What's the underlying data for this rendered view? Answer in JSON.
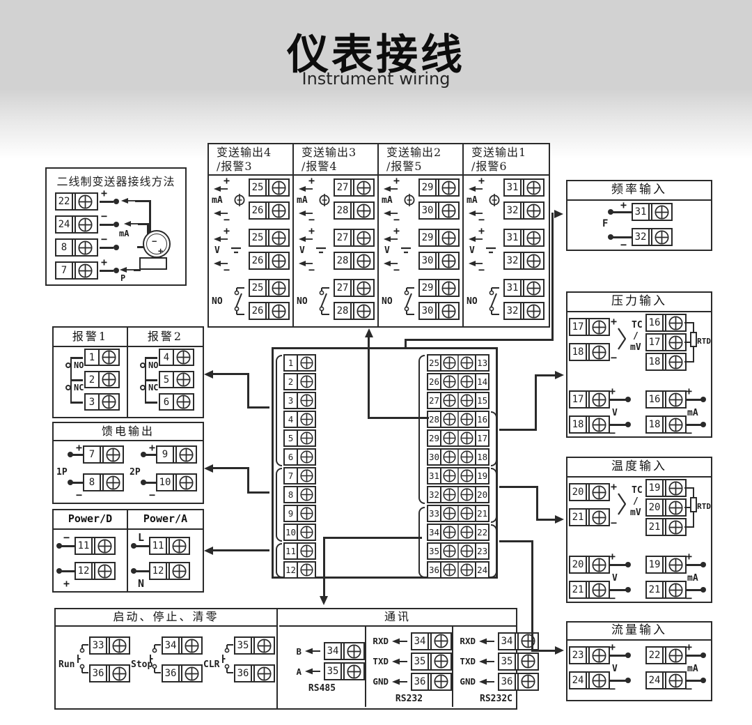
{
  "page_title": {
    "zh": "仪表接线",
    "en": "Instrument wiring"
  },
  "colors": {
    "line": "#2a2a2a",
    "banner_gray": "#d2d2d2",
    "panel_bg": "#ffffff"
  },
  "two_wire": {
    "title": "二线制变送器接线方法",
    "rows": [
      {
        "num": "22",
        "sign": "+"
      },
      {
        "num": "24",
        "sign": "−"
      },
      {
        "num": "8",
        "sign": "−"
      },
      {
        "num": "7",
        "sign": "+"
      }
    ],
    "ma_label": "mA",
    "p_label": "P",
    "transmitter_minus": "−",
    "transmitter_plus": "+"
  },
  "transmit_outputs": {
    "shared": {
      "ma": "mA",
      "v": "V",
      "no": "NO",
      "plus": "+",
      "minus": "−"
    },
    "columns": [
      {
        "title1": "变送输出4",
        "title2": "/报警3",
        "t1": "25",
        "t2": "26"
      },
      {
        "title1": "变送输出3",
        "title2": "/报警4",
        "t1": "27",
        "t2": "28"
      },
      {
        "title1": "变送输出2",
        "title2": "/报警5",
        "t1": "29",
        "t2": "30"
      },
      {
        "title1": "变送输出1",
        "title2": "/报警6",
        "t1": "31",
        "t2": "32"
      }
    ]
  },
  "freq_input": {
    "title": "频率输入",
    "label": "F",
    "plus": "+",
    "minus": "−",
    "t1": "31",
    "t2": "32"
  },
  "alarms": {
    "no": "NO",
    "nc": "NC",
    "columns": [
      {
        "title": "报警1",
        "t1": "1",
        "t2": "2",
        "t3": "3"
      },
      {
        "title": "报警2",
        "t1": "4",
        "t2": "5",
        "t3": "6"
      }
    ]
  },
  "feed_output": {
    "title": "馈电输出",
    "plus": "+",
    "minus": "−",
    "groups": [
      {
        "label": "1P",
        "t1": "7",
        "t2": "8"
      },
      {
        "label": "2P",
        "t1": "9",
        "t2": "10"
      }
    ]
  },
  "power": {
    "columns": [
      {
        "title": "Power/D",
        "top": "−",
        "t1": "11",
        "bottom": "+",
        "t2": "12"
      },
      {
        "title": "Power/A",
        "top": "L",
        "t1": "11",
        "bottom": "N",
        "t2": "12"
      }
    ]
  },
  "central": {
    "left": [
      "1",
      "2",
      "3",
      "4",
      "5",
      "6",
      "7",
      "8",
      "9",
      "10",
      "11",
      "12"
    ],
    "right": [
      {
        "l": "25",
        "r": "13"
      },
      {
        "l": "26",
        "r": "14"
      },
      {
        "l": "27",
        "r": "15"
      },
      {
        "l": "28",
        "r": "16"
      },
      {
        "l": "29",
        "r": "17"
      },
      {
        "l": "30",
        "r": "18"
      },
      {
        "l": "31",
        "r": "19"
      },
      {
        "l": "32",
        "r": "20"
      },
      {
        "l": "33",
        "r": "21"
      },
      {
        "l": "34",
        "r": "22"
      },
      {
        "l": "35",
        "r": "23"
      },
      {
        "l": "36",
        "r": "24"
      }
    ]
  },
  "analog_labels": {
    "tc": "TC",
    "slash": "/",
    "mv": "mV",
    "rtd": "RTD",
    "v": "V",
    "ma": "mA",
    "plus": "+",
    "minus": "−"
  },
  "analog_inputs": [
    {
      "title": "压力输入",
      "tc_t1": "17",
      "tc_t2": "18",
      "rtd_t1": "16",
      "rtd_t2": "17",
      "rtd_t3": "18",
      "v_t1": "17",
      "v_t2": "18",
      "ma_t1": "16",
      "ma_t2": "18"
    },
    {
      "title": "温度输入",
      "tc_t1": "20",
      "tc_t2": "21",
      "rtd_t1": "19",
      "rtd_t2": "20",
      "rtd_t3": "21",
      "v_t1": "20",
      "v_t2": "21",
      "ma_t1": "19",
      "ma_t2": "21"
    }
  ],
  "flow_input": {
    "title": "流量输入",
    "v_label": "V",
    "ma_label": "mA",
    "plus": "+",
    "minus": "−",
    "v_t1": "23",
    "v_t2": "24",
    "ma_t1": "22",
    "ma_t2": "24"
  },
  "bottom": {
    "run_title": "启动、停止、清零",
    "switches": [
      {
        "label": "Run",
        "t1": "33",
        "t2": "36"
      },
      {
        "label": "Stop",
        "t1": "34",
        "t2": "36"
      },
      {
        "label": "CLR",
        "t1": "35",
        "t2": "36"
      }
    ],
    "comm_title": "通讯",
    "comm_columns": [
      {
        "caption": "RS485",
        "rows": [
          {
            "label": "B",
            "num": "34"
          },
          {
            "label": "A",
            "num": "35"
          }
        ]
      },
      {
        "caption": "RS232",
        "rows": [
          {
            "label": "RXD",
            "num": "34"
          },
          {
            "label": "TXD",
            "num": "35"
          },
          {
            "label": "GND",
            "num": "36"
          }
        ]
      },
      {
        "caption": "RS232C",
        "rows": [
          {
            "label": "RXD",
            "num": "34"
          },
          {
            "label": "TXD",
            "num": "35"
          },
          {
            "label": "GND",
            "num": "36"
          }
        ]
      }
    ]
  }
}
